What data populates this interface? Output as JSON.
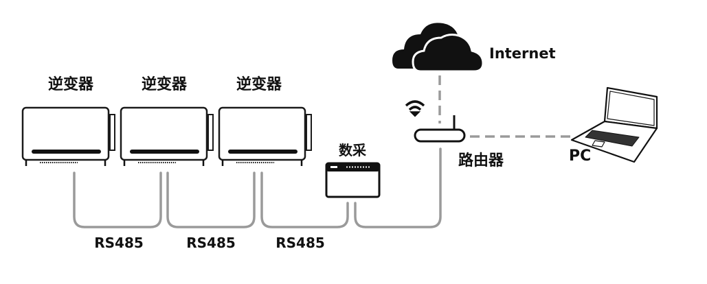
{
  "diagram": {
    "inverters": [
      {
        "label": "逆变器"
      },
      {
        "label": "逆变器"
      },
      {
        "label": "逆变器"
      }
    ],
    "links": [
      {
        "label": "RS485"
      },
      {
        "label": "RS485"
      },
      {
        "label": "RS485"
      }
    ],
    "datalogger": {
      "label": "数采"
    },
    "router": {
      "label": "路由器"
    },
    "cloud": {
      "label": "Internet"
    },
    "pc": {
      "label": "PC"
    },
    "colors": {
      "cable": "#9a9a9a",
      "device": "#1a1a1a"
    }
  }
}
